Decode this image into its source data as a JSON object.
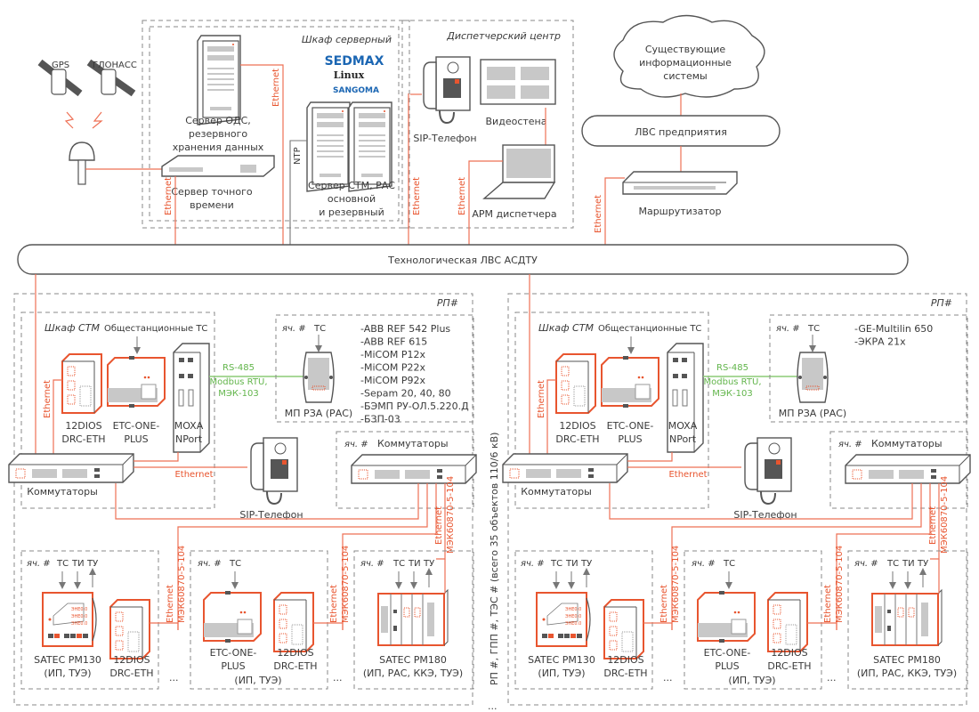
{
  "top": {
    "satellites": [
      "GPS",
      "ГЛОНАСС"
    ],
    "server_cabinet_title": "Шкаф серверный",
    "dispatch_center_title": "Диспетчерский центр",
    "logos": [
      "SEDMAX",
      "Linux",
      "SANGOMA"
    ],
    "ods_server": [
      "Сервер ОДС,",
      "резервного",
      "хранения данных"
    ],
    "time_server": [
      "Сервер точного",
      "времени"
    ],
    "stm_server": [
      "Сервер СТМ, РАС",
      "основной",
      "и резервный"
    ],
    "ntp_label": "NTP",
    "sip_phone": "SIP-Телефон",
    "video_wall": "Видеостена",
    "arm": "АРМ диспетчера",
    "cloud": [
      "Существующие",
      "информационные",
      "системы"
    ],
    "enterprise_lan": "ЛВС предприятия",
    "router": "Маршрутизатор",
    "ethernet": "Ethernet"
  },
  "backbone": {
    "label": "Технологическая ЛВС АСДТУ"
  },
  "rp_left": {
    "title": "РП#",
    "stm_cabinet": "Шкаф СТМ",
    "common_tc": "Общестанционные ТС",
    "dios": [
      "12DIOS",
      "DRC-ETH"
    ],
    "etc": [
      "ETC-ONE-",
      "PLUS"
    ],
    "moxa": [
      "MOXA",
      "NPort"
    ],
    "switches": "Коммутаторы",
    "sip_phone": "SIP-Телефон",
    "ethernet": "Ethernet",
    "rs485": [
      "RS-485",
      "Modbus RTU,",
      "МЭК-103"
    ],
    "cell": "яч. #",
    "tc": "ТС",
    "relay": "МП РЗА (РАС)",
    "relay_models": [
      "-ABB REF 542 Plus",
      "-ABB REF 615",
      "-MiCOM P12x",
      "-MiCOM P22x",
      "-MiCOM P92x",
      "-Sepam 20, 40, 80",
      "-БЭМП РУ-ОЛ.5.220.Д",
      "-БЗП-03"
    ],
    "cell_switches": "Коммутаторы",
    "iec": "МЭК60870-5-104",
    "bay1": {
      "signals": [
        "ТС",
        "ТИ",
        "ТУ"
      ],
      "meter": [
        "SATEC PM130",
        "(ИП, ТУЭ)"
      ],
      "dios": [
        "12DIOS",
        "DRC-ETH"
      ]
    },
    "bay2": {
      "signals": [
        "ТС"
      ],
      "etc": [
        "ETC-ONE-",
        "PLUS"
      ],
      "dios": [
        "12DIOS",
        "DRC-ETH"
      ],
      "caption": "(ИП, ТУЭ)"
    },
    "bay3": {
      "signals": [
        "ТС",
        "ТИ",
        "ТУ"
      ],
      "meter": [
        "SATEC  PM180",
        "(ИП, РАС, ККЭ, ТУЭ)"
      ]
    },
    "ellipsis": "..."
  },
  "side_note": "РП #, ГПП #, ТЭС # (всего 35 объектов 110/6 кВ)",
  "rp_right": {
    "title": "РП#",
    "relay_models": [
      "-GE-Multilin 650",
      "-ЭКРА 21x"
    ]
  },
  "colors": {
    "ethernet": "#e8552f",
    "rs485": "#62b54b",
    "border": "#8a8a8a"
  }
}
